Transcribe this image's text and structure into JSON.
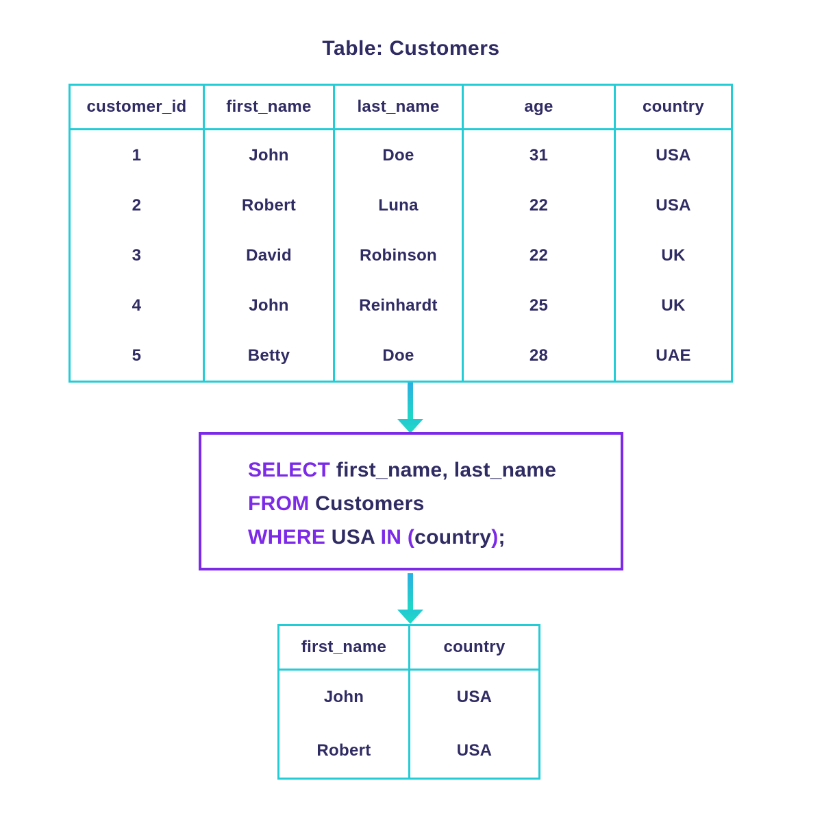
{
  "title": "Table: Customers",
  "colors": {
    "table_border_teal": "#24ccd6",
    "text_navy": "#2f2b63",
    "keyword_purple": "#7c2ae8",
    "arrow_gradient_start": "#2bafe3",
    "arrow_gradient_end": "#1fdcc3"
  },
  "main_table": {
    "headers": [
      "customer_id",
      "first_name",
      "last_name",
      "age",
      "country"
    ],
    "rows": [
      [
        "1",
        "John",
        "Doe",
        "31",
        "USA"
      ],
      [
        "2",
        "Robert",
        "Luna",
        "22",
        "USA"
      ],
      [
        "3",
        "David",
        "Robinson",
        "22",
        "UK"
      ],
      [
        "4",
        "John",
        "Reinhardt",
        "25",
        "UK"
      ],
      [
        "5",
        "Betty",
        "Doe",
        "28",
        "UAE"
      ]
    ]
  },
  "sql_query": {
    "lines": [
      {
        "tokens": [
          {
            "text": "SELECT",
            "type": "keyword"
          },
          {
            "text": " first_name, last_name",
            "type": "plain"
          }
        ]
      },
      {
        "tokens": [
          {
            "text": "FROM",
            "type": "keyword"
          },
          {
            "text": " Customers",
            "type": "plain"
          }
        ]
      },
      {
        "tokens": [
          {
            "text": "WHERE",
            "type": "keyword"
          },
          {
            "text": " USA ",
            "type": "plain"
          },
          {
            "text": "IN",
            "type": "keyword"
          },
          {
            "text": " ",
            "type": "plain"
          },
          {
            "text": "(",
            "type": "keyword"
          },
          {
            "text": "country",
            "type": "plain"
          },
          {
            "text": ")",
            "type": "keyword"
          },
          {
            "text": ";",
            "type": "plain"
          }
        ]
      }
    ]
  },
  "result_table": {
    "headers": [
      "first_name",
      "country"
    ],
    "rows": [
      [
        "John",
        "USA"
      ],
      [
        "Robert",
        "USA"
      ]
    ]
  }
}
